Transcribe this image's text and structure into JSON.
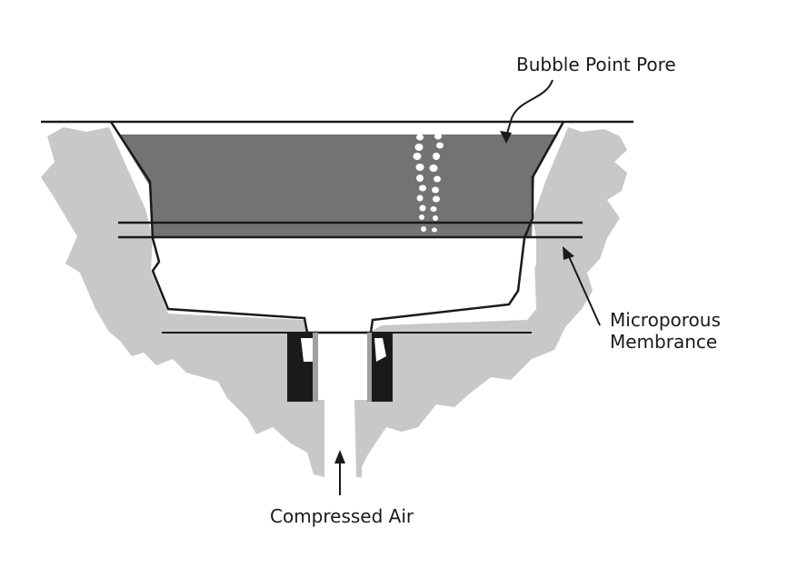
{
  "labels": {
    "bubble_point_pore": "Bubble Point Pore",
    "microporous_line1": "Microporous",
    "microporous_line2": "Membrance",
    "compressed_air": "Compressed Air"
  },
  "colors": {
    "background": "#ffffff",
    "housing_gray": "#c8c8c8",
    "liquid_gray": "#737373",
    "outline": "#1a1a1a",
    "bubble": "#ffffff"
  }
}
